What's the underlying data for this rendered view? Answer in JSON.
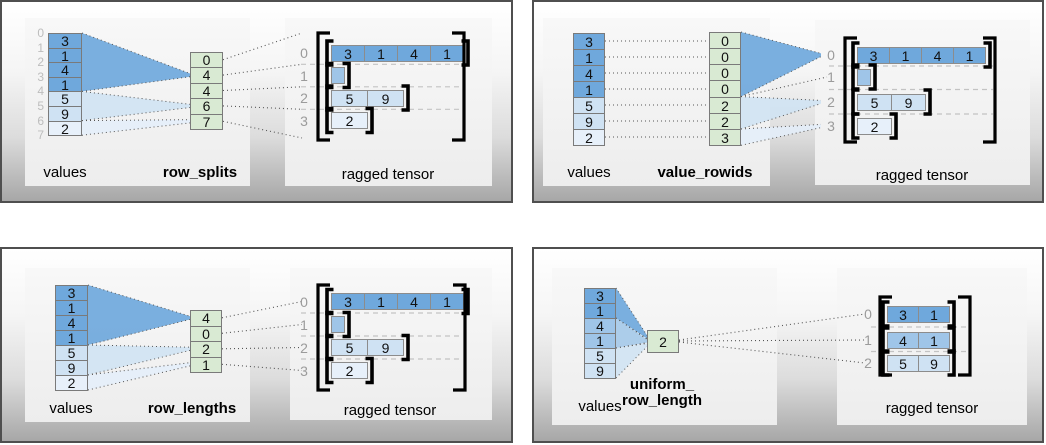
{
  "palette": {
    "blue_dark": "#6fa8dc",
    "blue_medium": "#9fc5e8",
    "blue_light": "#cfe2f3",
    "blue_lighter": "#e7f0fa",
    "green": "#d9ead3",
    "bracket_black": "#000000",
    "cell_border_gray": "#7a7a7a",
    "boundary_index_gray": "#bdbdbd",
    "row_label_gray": "#9b9b9b",
    "separator_gray": "#c3c3c3",
    "connector_gray": "#555555"
  },
  "quadrants": [
    {
      "id": "row-splits",
      "values_label": "values",
      "method_label": "row_splits",
      "tensor_label": "ragged tensor",
      "boundary_indices": [
        "0",
        "1",
        "2",
        "3",
        "4",
        "5",
        "6",
        "7"
      ],
      "values": [
        {
          "v": "3",
          "shade": "dark"
        },
        {
          "v": "1",
          "shade": "dark"
        },
        {
          "v": "4",
          "shade": "dark"
        },
        {
          "v": "1",
          "shade": "dark"
        },
        {
          "v": "5",
          "shade": "light"
        },
        {
          "v": "9",
          "shade": "light"
        },
        {
          "v": "2",
          "shade": "lighter"
        }
      ],
      "method_cells": [
        "0",
        "4",
        "4",
        "6",
        "7"
      ],
      "ragged": {
        "rows": [
          {
            "index": "0",
            "shade": "dark",
            "cells": [
              "3",
              "1",
              "4",
              "1"
            ]
          },
          {
            "index": "1",
            "shade": "medium",
            "cells": []
          },
          {
            "index": "2",
            "shade": "light",
            "cells": [
              "5",
              "9"
            ]
          },
          {
            "index": "3",
            "shade": "lighter",
            "cells": [
              "2"
            ]
          }
        ]
      }
    },
    {
      "id": "value-rowids",
      "values_label": "values",
      "method_label": "value_rowids",
      "tensor_label": "ragged tensor",
      "values": [
        {
          "v": "3",
          "shade": "dark"
        },
        {
          "v": "1",
          "shade": "dark"
        },
        {
          "v": "4",
          "shade": "dark"
        },
        {
          "v": "1",
          "shade": "dark"
        },
        {
          "v": "5",
          "shade": "light"
        },
        {
          "v": "9",
          "shade": "light"
        },
        {
          "v": "2",
          "shade": "lighter"
        }
      ],
      "method_cells": [
        "0",
        "0",
        "0",
        "0",
        "2",
        "2",
        "3"
      ],
      "ragged": {
        "rows": [
          {
            "index": "0",
            "shade": "dark",
            "cells": [
              "3",
              "1",
              "4",
              "1"
            ]
          },
          {
            "index": "1",
            "shade": "medium",
            "cells": []
          },
          {
            "index": "2",
            "shade": "light",
            "cells": [
              "5",
              "9"
            ]
          },
          {
            "index": "3",
            "shade": "lighter",
            "cells": [
              "2"
            ]
          }
        ]
      }
    },
    {
      "id": "row-lengths",
      "values_label": "values",
      "method_label": "row_lengths",
      "tensor_label": "ragged tensor",
      "values": [
        {
          "v": "3",
          "shade": "dark"
        },
        {
          "v": "1",
          "shade": "dark"
        },
        {
          "v": "4",
          "shade": "dark"
        },
        {
          "v": "1",
          "shade": "dark"
        },
        {
          "v": "5",
          "shade": "light"
        },
        {
          "v": "9",
          "shade": "light"
        },
        {
          "v": "2",
          "shade": "lighter"
        }
      ],
      "method_cells": [
        "4",
        "0",
        "2",
        "1"
      ],
      "ragged": {
        "rows": [
          {
            "index": "0",
            "shade": "dark",
            "cells": [
              "3",
              "1",
              "4",
              "1"
            ]
          },
          {
            "index": "1",
            "shade": "medium",
            "cells": []
          },
          {
            "index": "2",
            "shade": "light",
            "cells": [
              "5",
              "9"
            ]
          },
          {
            "index": "3",
            "shade": "lighter",
            "cells": [
              "2"
            ]
          }
        ]
      }
    },
    {
      "id": "uniform-row-length",
      "values_label": "values",
      "method_label": "uniform_\nrow_length",
      "tensor_label": "ragged tensor",
      "values": [
        {
          "v": "3",
          "shade": "dark"
        },
        {
          "v": "1",
          "shade": "dark"
        },
        {
          "v": "4",
          "shade": "medium"
        },
        {
          "v": "1",
          "shade": "medium"
        },
        {
          "v": "5",
          "shade": "light"
        },
        {
          "v": "9",
          "shade": "light"
        }
      ],
      "method_cells": [
        "2"
      ],
      "ragged": {
        "rows": [
          {
            "index": "0",
            "shade": "dark",
            "cells": [
              "3",
              "1"
            ]
          },
          {
            "index": "1",
            "shade": "medium",
            "cells": [
              "4",
              "1"
            ]
          },
          {
            "index": "2",
            "shade": "light",
            "cells": [
              "5",
              "9"
            ]
          }
        ]
      }
    }
  ]
}
